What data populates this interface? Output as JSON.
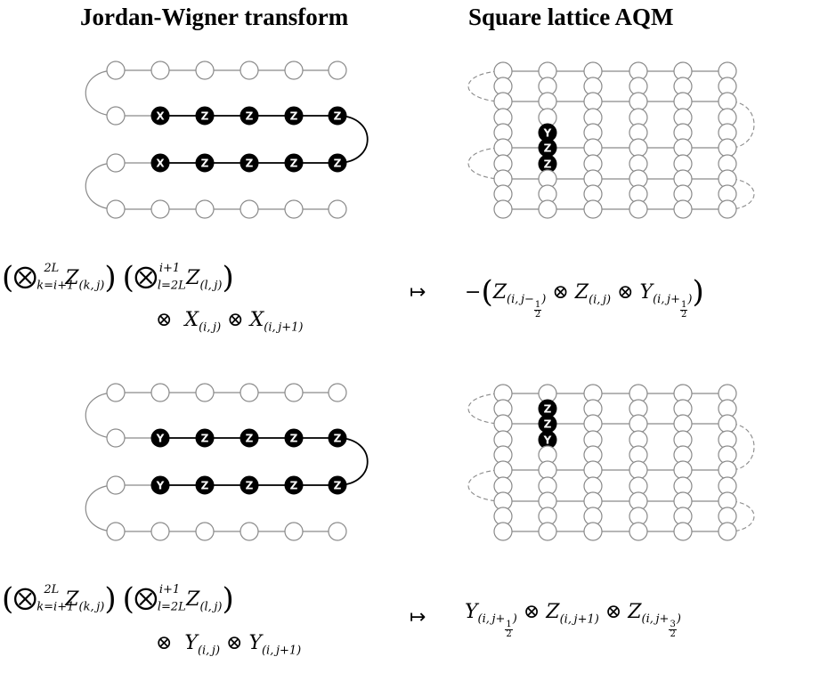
{
  "headings": {
    "left": "Jordan-Wigner transform",
    "right": "Square lattice AQM"
  },
  "colors": {
    "node_line": "#8a8a8a",
    "path_line": "#000000",
    "fill_dark": "#000000",
    "label_light": "#ffffff"
  },
  "row1": {
    "jw_labels": {
      "row2": [
        "X",
        "Z",
        "Z",
        "Z",
        "Z"
      ],
      "row3": [
        "X",
        "Z",
        "Z",
        "Z",
        "Z"
      ]
    },
    "aqm_labels": [
      "Y",
      "Z",
      "Z"
    ],
    "formula_left_top": "⨂, k=i+1 .. 2L Z(k,j) ⨂, l=2L .. i+1 Z(l,j)",
    "formula_left_bottom": "⊗ X(i,j) ⊗ X(i,j+1)",
    "arrow": "↦",
    "formula_right": "−( Z(i,j−1/2) ⊗ Z(i,j) ⊗ Y(i,j+1/2) )"
  },
  "row2": {
    "jw_labels": {
      "row2": [
        "Y",
        "Z",
        "Z",
        "Z",
        "Z"
      ],
      "row3": [
        "Y",
        "Z",
        "Z",
        "Z",
        "Z"
      ]
    },
    "aqm_labels": [
      "Z",
      "Z",
      "Y"
    ],
    "formula_left_top": "⨂, k=i+1 .. 2L Z(k,j) ⨂, l=2L .. i+1 Z(l,j)",
    "formula_left_bottom": "⊗ Y(i,j) ⊗ Y(i,j+1)",
    "arrow": "↦",
    "formula_right": "Y(i,j+1/2) ⊗ Z(i,j+1) ⊗ Z(i,j+3/2)"
  }
}
